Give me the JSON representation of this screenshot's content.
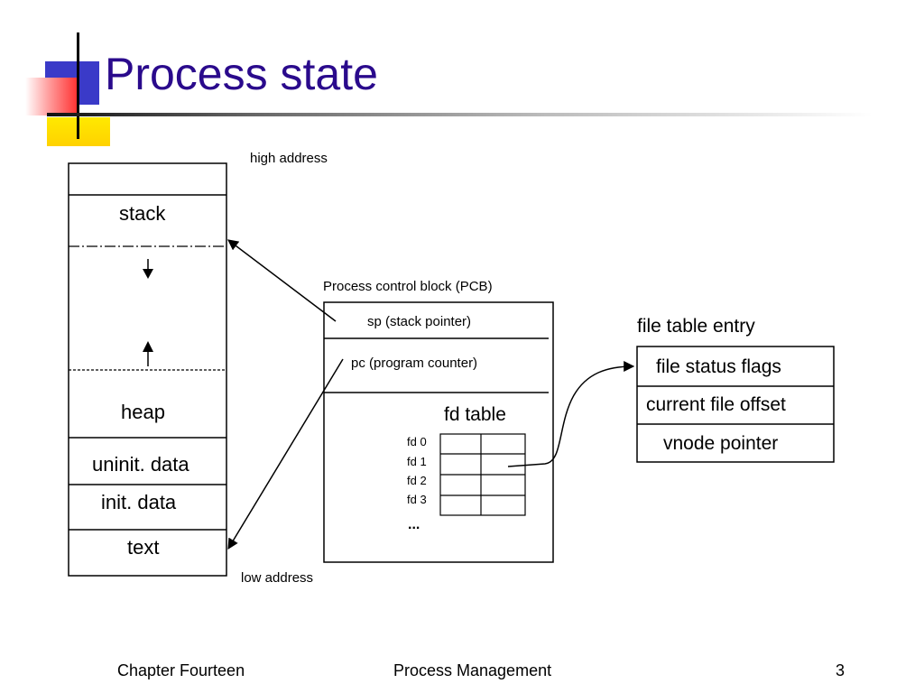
{
  "slide": {
    "title": "Process state",
    "footer": {
      "left": "Chapter Fourteen",
      "center": "Process Management",
      "page": "3"
    }
  },
  "diagram": {
    "memory": {
      "high_address": "high address",
      "low_address": "low address",
      "segments": [
        "stack",
        "heap",
        "uninit. data",
        "init. data",
        "text"
      ]
    },
    "pcb": {
      "title": "Process control block (PCB)",
      "fields": [
        "sp (stack pointer)",
        "pc (program counter)"
      ],
      "fd_table": {
        "title": "fd table",
        "rows": [
          "fd 0",
          "fd 1",
          "fd 2",
          "fd 3"
        ],
        "ellipsis": "..."
      }
    },
    "file_table_entry": {
      "title": "file table entry",
      "rows": [
        "file status flags",
        "current file offset",
        "vnode pointer"
      ]
    }
  }
}
